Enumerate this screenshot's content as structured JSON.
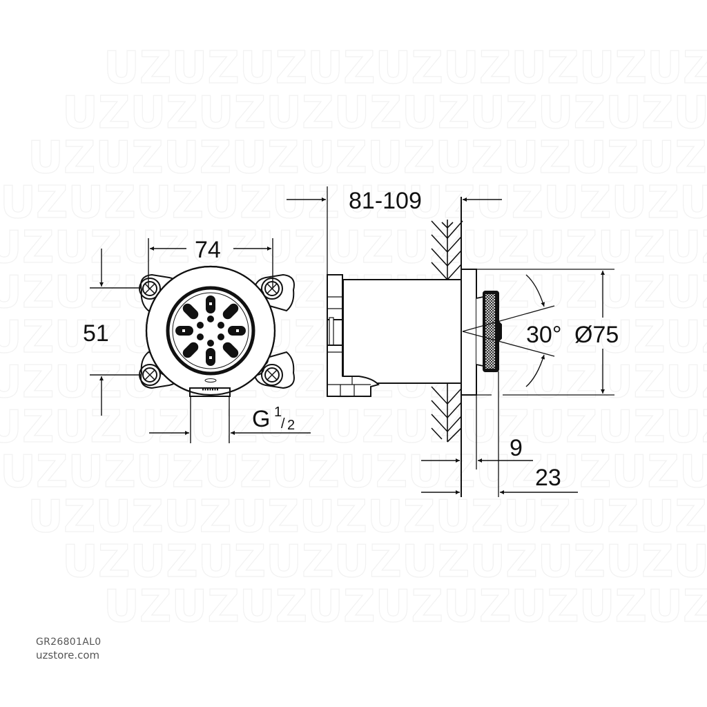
{
  "product_code": "GR26801AL0",
  "website": "uzstore.com",
  "watermark_text": "UZUZUZUZUZUZUZUZUZUZUZUZUZUZ",
  "front_view": {
    "width_label": "74",
    "height_label": "51",
    "connection_label_main": "G",
    "connection_label_num": "1",
    "connection_label_den": "2"
  },
  "side_view": {
    "wall_range_label": "81-109",
    "angle_label": "30°",
    "diameter_label": "Ø75",
    "depth_small_label": "9",
    "depth_total_label": "23"
  },
  "colors": {
    "line": "#111111",
    "background": "#ffffff",
    "watermark": "#f1f1f1",
    "footer_text": "#555555"
  }
}
